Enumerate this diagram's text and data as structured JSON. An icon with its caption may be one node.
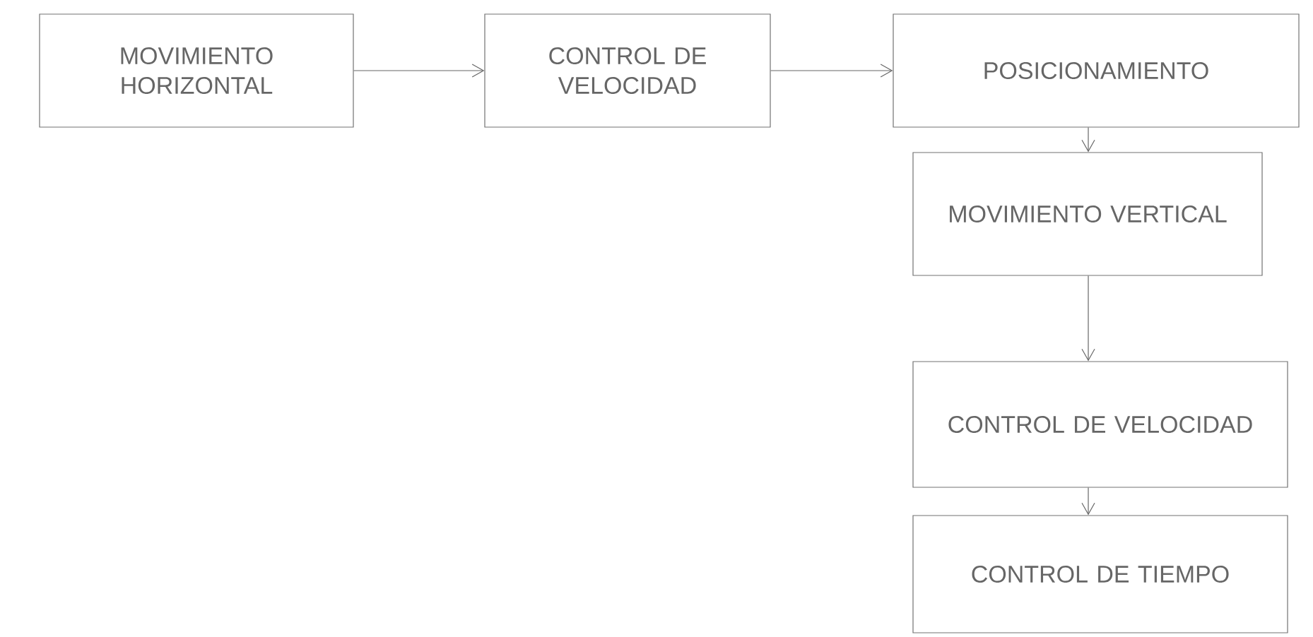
{
  "diagram": {
    "nodes": [
      {
        "text": [
          "MOVIMIENTO HORIZONTAL"
        ]
      },
      {
        "text": [
          "CONTROL DE VELOCIDAD"
        ]
      },
      {
        "text": [
          "POSICIONAMIENTO"
        ]
      },
      {
        "text": [
          "MOVIMIENTO VERTICAL"
        ]
      },
      {
        "text": [
          "CONTROL DE VELOCIDAD"
        ]
      },
      {
        "text": [
          "CONTROL DE TIEMPO"
        ]
      }
    ],
    "edges": [
      {
        "from": 0,
        "to": 1,
        "arrow": "to"
      },
      {
        "from": 1,
        "to": 2,
        "arrow": "to"
      },
      {
        "from": 2,
        "to": 3,
        "arrow": "to"
      },
      {
        "from": 3,
        "to": 4,
        "arrow": "to"
      },
      {
        "from": 4,
        "to": 5,
        "arrow": "to"
      }
    ]
  }
}
